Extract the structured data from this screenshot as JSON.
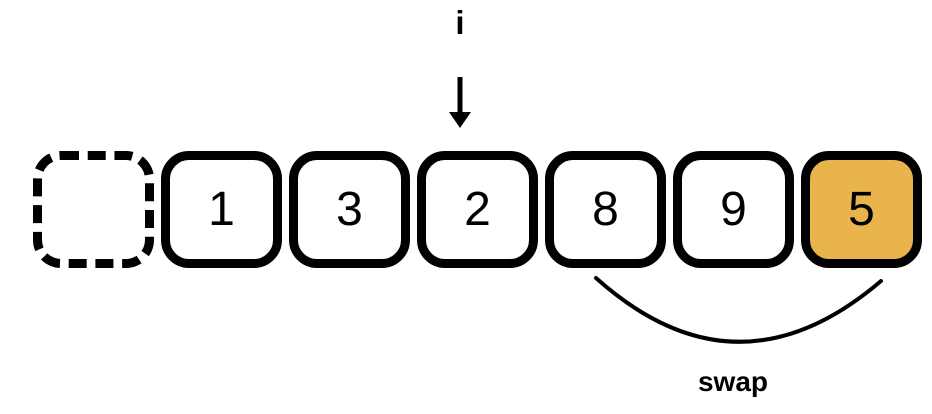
{
  "pointer": {
    "label": "i"
  },
  "array": {
    "cells": [
      {
        "value": "",
        "variant": "dashed-placeholder"
      },
      {
        "value": "1",
        "variant": "solid"
      },
      {
        "value": "3",
        "variant": "solid"
      },
      {
        "value": "2",
        "variant": "solid-pointed"
      },
      {
        "value": "8",
        "variant": "solid-swap-source"
      },
      {
        "value": "9",
        "variant": "solid"
      },
      {
        "value": "5",
        "variant": "highlighted-swap-target"
      }
    ]
  },
  "swap": {
    "label": "swap"
  },
  "colors": {
    "stroke": "#000000",
    "highlight_fill": "#E9B44C",
    "background": "#FFFFFF"
  }
}
